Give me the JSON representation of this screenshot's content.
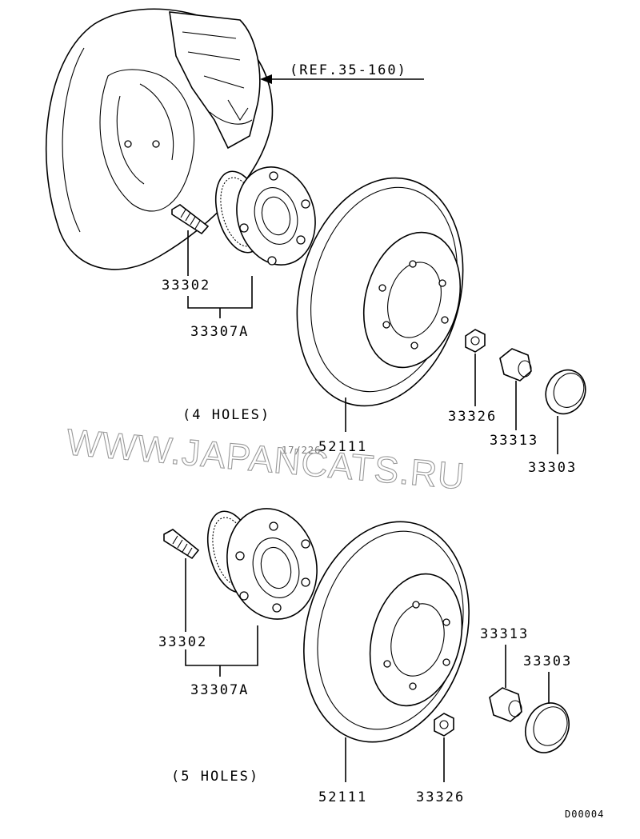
{
  "diagram": {
    "ref_label": "(REF.35-160)",
    "watermark": "WWW.JAPANCATS.RU",
    "diagram_code": "D00004",
    "faint_code": "17/226",
    "top_group": {
      "title": "(4 HOLES)",
      "parts": {
        "bolt": "33302",
        "hub_assembly": "33307A",
        "disc": "52111",
        "washer": "33326",
        "nut": "33313",
        "cap": "33303"
      }
    },
    "bottom_group": {
      "title": "(5 HOLES)",
      "parts": {
        "bolt": "33302",
        "hub_assembly": "33307A",
        "disc": "52111",
        "washer": "33326",
        "nut": "33313",
        "cap": "33303"
      }
    }
  }
}
